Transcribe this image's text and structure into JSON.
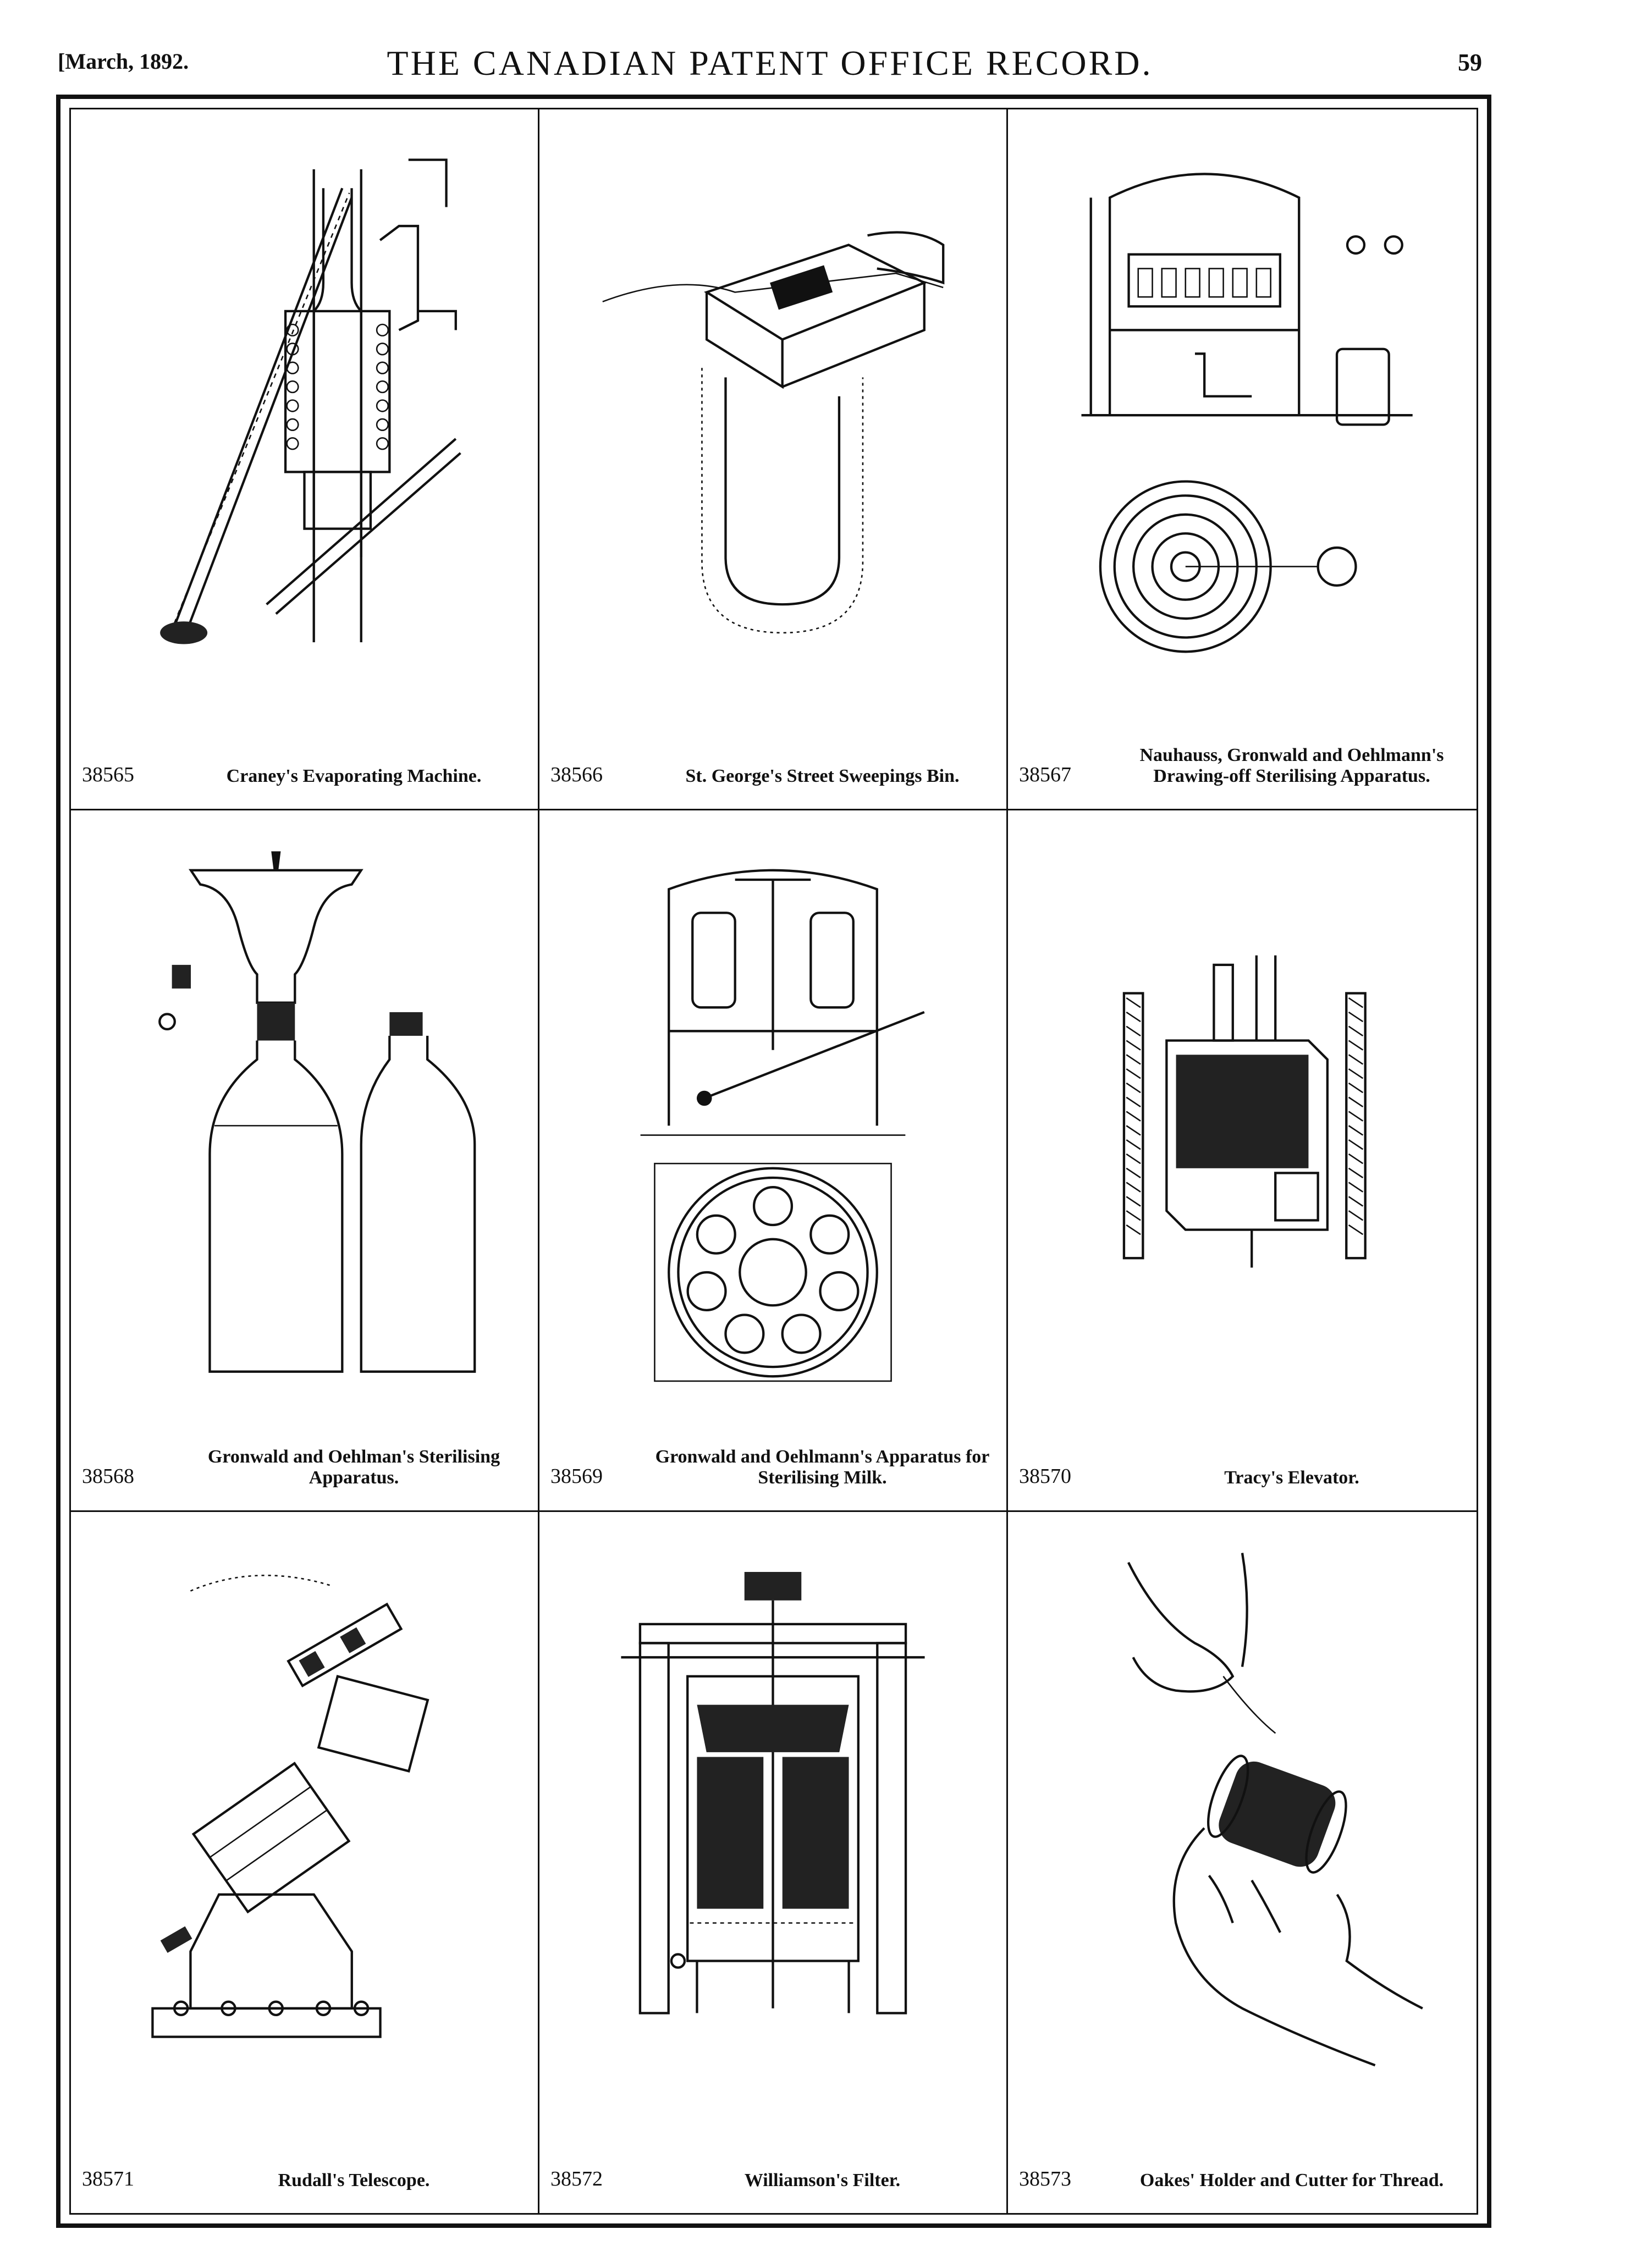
{
  "header": {
    "date": "[March, 1892.",
    "title": "THE CANADIAN PATENT OFFICE RECORD.",
    "page_number": "59"
  },
  "patents": [
    {
      "number": "38565",
      "title": "Craney's Evaporating Machine."
    },
    {
      "number": "38566",
      "title": "St. George's Street Sweepings Bin."
    },
    {
      "number": "38567",
      "title": "Nauhauss, Gronwald and Oehlmann's Drawing-off Sterilising Apparatus."
    },
    {
      "number": "38568",
      "title": "Gronwald and Oehlman's Sterilising Apparatus."
    },
    {
      "number": "38569",
      "title": "Gronwald and Oehlmann's Apparatus for Sterilising Milk."
    },
    {
      "number": "38570",
      "title": "Tracy's Elevator."
    },
    {
      "number": "38571",
      "title": "Rudall's Telescope."
    },
    {
      "number": "38572",
      "title": "Williamson's Filter."
    },
    {
      "number": "38573",
      "title": "Oakes' Holder and Cutter for Thread."
    }
  ]
}
